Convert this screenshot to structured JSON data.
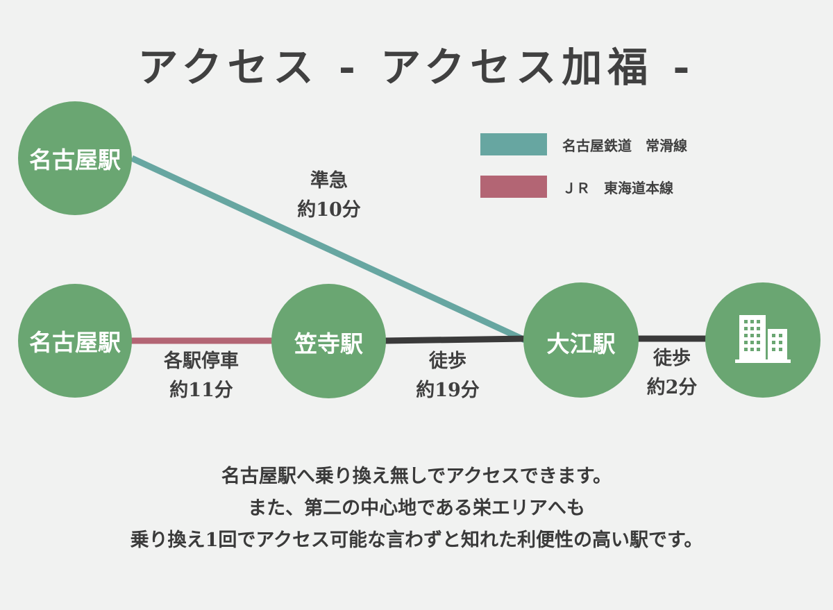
{
  "title": "アクセス - アクセス加福 -",
  "colors": {
    "background": "#f1f2f1",
    "station": "#6aa672",
    "meitetsu_line": "#67a6a1",
    "jr_line": "#b36574",
    "walk_line": "#3a3a3a",
    "text": "#3f3f3f"
  },
  "legend": [
    {
      "label": "名古屋鉄道　常滑線",
      "color": "#67a6a1"
    },
    {
      "label": "ＪＲ　東海道本線",
      "color": "#b36574"
    }
  ],
  "stations": {
    "nagoya_meitetsu": "名古屋駅",
    "nagoya_jr": "名古屋駅",
    "kasadera": "笠寺駅",
    "oe": "大江駅",
    "destination_icon": "building-icon"
  },
  "segments": {
    "meitetsu": {
      "type": "準急",
      "time": "約10分"
    },
    "jr": {
      "type": "各駅停車",
      "time": "約11分"
    },
    "walk_kasadera_oe": {
      "type": "徒歩",
      "time": "約19分"
    },
    "walk_oe_dest": {
      "type": "徒歩",
      "time": "約2分"
    }
  },
  "description": [
    "名古屋駅へ乗り換え無しでアクセスできます。",
    "また、第二の中心地である栄エリアへも",
    "乗り換え1回でアクセス可能な言わずと知れた利便性の高い駅です。"
  ]
}
